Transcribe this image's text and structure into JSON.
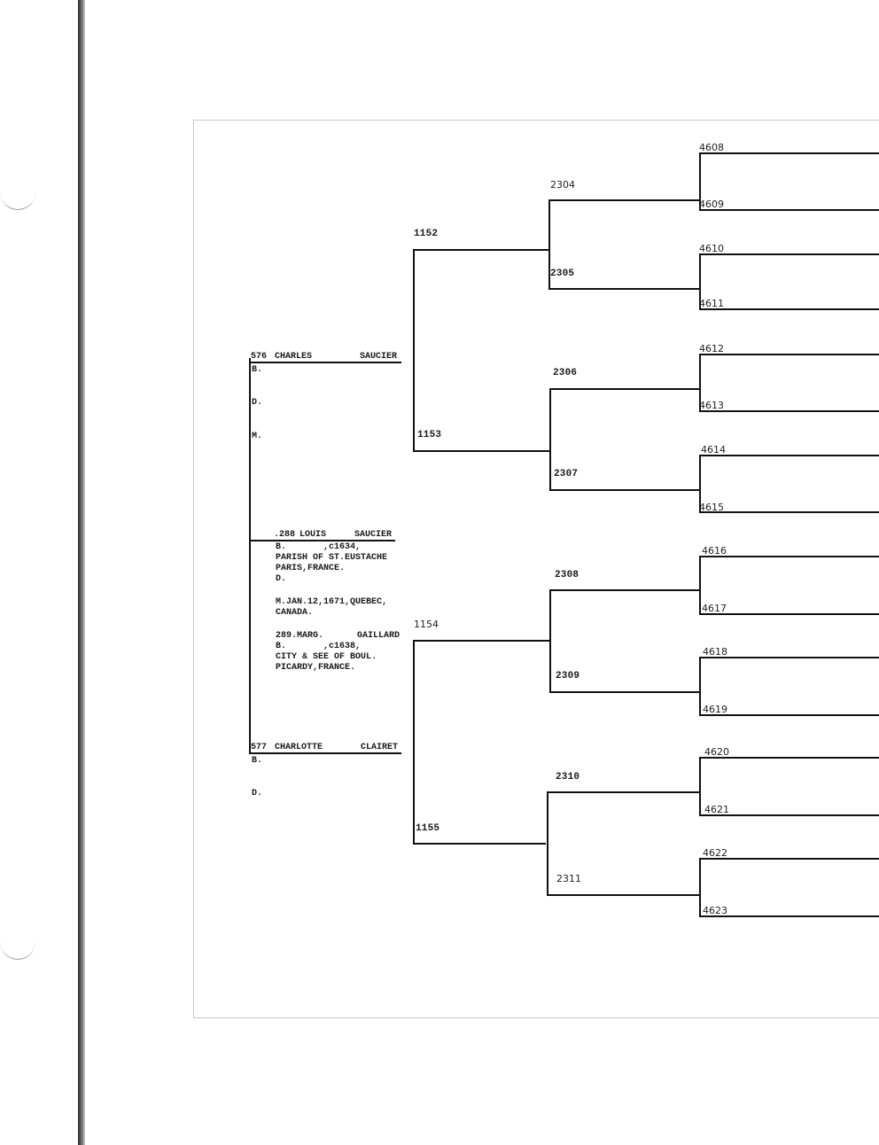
{
  "chart": {
    "person_576": {
      "num": "576",
      "given": "CHARLES",
      "surname": "SAUCIER"
    },
    "person_576_fields": {
      "b": "B.",
      "d": "D.",
      "m": "M."
    },
    "person_577": {
      "num": "577",
      "given": "CHARLOTTE",
      "surname": "CLAIRET"
    },
    "person_577_fields": {
      "b": "B.",
      "d": "D."
    },
    "person_288": {
      "num": ".288",
      "given": "LOUIS",
      "surname": "SAUCIER"
    },
    "person_288_details": {
      "line1": "B.       ,c1634,",
      "line2": "PARISH OF ST.EUSTACHE",
      "line3": "PARIS,FRANCE.",
      "line4": "D.",
      "line5": "M.JAN.12,1671,QUEBEC,",
      "line6": "CANADA."
    },
    "person_289": {
      "num": "289.MARG.",
      "surname": "GAILLARD"
    },
    "person_289_details": {
      "line1": "B.       ,c1638,",
      "line2": "CITY & SEE OF BOUL.",
      "line3": "PICARDY,FRANCE."
    },
    "gen_1152": "1152",
    "gen_1153": "1153",
    "gen_1154": "1154",
    "gen_1155": "1155",
    "gen_2304": "2304",
    "gen_2305": "2305",
    "gen_2306": "2306",
    "gen_2307": "2307",
    "gen_2308": "2308",
    "gen_2309": "2309",
    "gen_2310": "2310",
    "gen_2311": "2311",
    "gen_4608": "4608",
    "gen_4609": "4609",
    "gen_4610": "4610",
    "gen_4611": "4611",
    "gen_4612": "4612",
    "gen_4613": "4613",
    "gen_4614": "4614",
    "gen_4615": "4615",
    "gen_4616": "4616",
    "gen_4617": "4617",
    "gen_4618": "4618",
    "gen_4619": "4619",
    "gen_4620": "4620",
    "gen_4621": "4621",
    "gen_4622": "4622",
    "gen_4623": "4623"
  }
}
